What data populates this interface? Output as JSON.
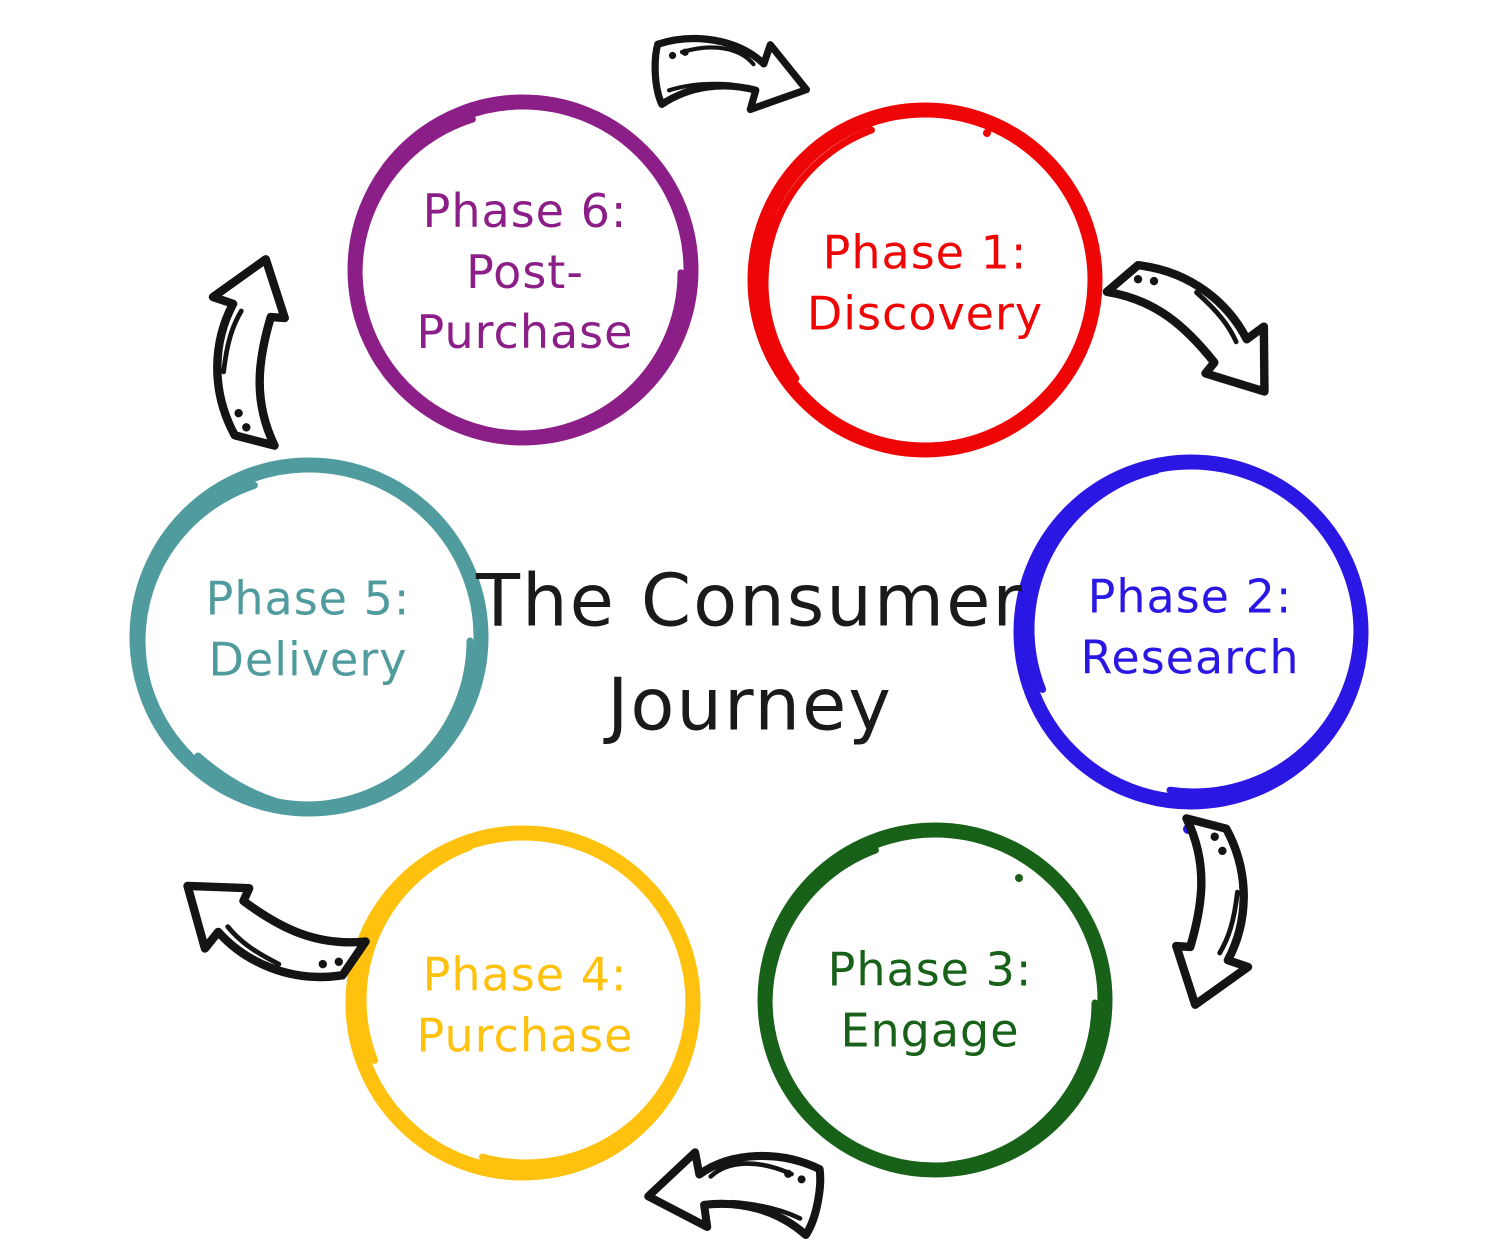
{
  "title": "The Consumer Journey",
  "title_color": "#1A1A1A",
  "background_color": "#FFFFFF",
  "arrow_color": "#141414",
  "phases": [
    {
      "title": "Phase 1:",
      "name": "Discovery",
      "color": "#EE0606"
    },
    {
      "title": "Phase 2:",
      "name": "Research",
      "color": "#2B17E3"
    },
    {
      "title": "Phase 3:",
      "name": "Engage",
      "color": "#186118"
    },
    {
      "title": "Phase 4:",
      "name": "Purchase",
      "color": "#FEC10E"
    },
    {
      "title": "Phase 5:",
      "name": "Delivery",
      "color": "#4F9B9D"
    },
    {
      "title": "Phase 6:",
      "name": "Post-Purchase",
      "color": "#8C1F87"
    }
  ]
}
